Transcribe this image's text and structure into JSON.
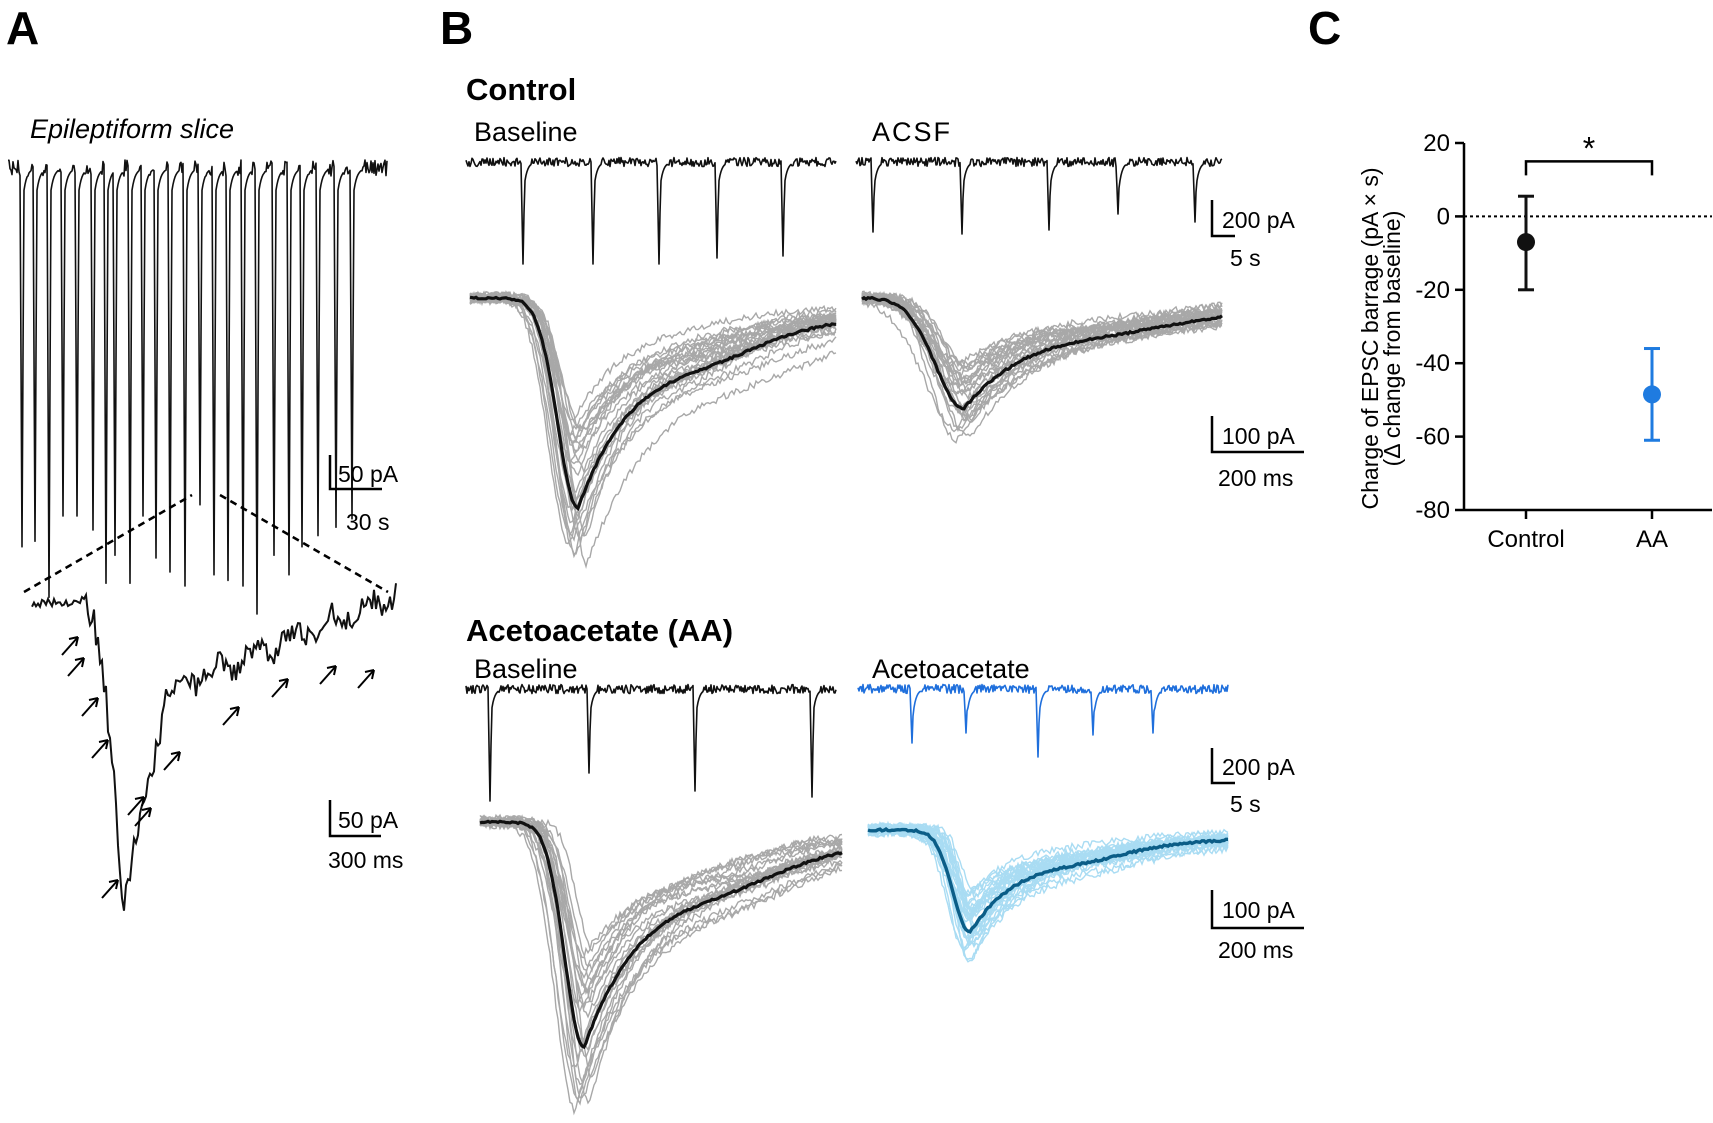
{
  "panels": {
    "a": {
      "label": "A",
      "slice_label": "Epileptiform slice",
      "scale_top": {
        "amp": "50 pA",
        "time": "30 s"
      },
      "scale_bottom": {
        "amp": "50 pA",
        "time": "300 ms"
      }
    },
    "b": {
      "label": "B",
      "control": {
        "title": "Control",
        "left_label": "Baseline",
        "right_label": "ACSF",
        "scale_top": {
          "amp": "200 pA",
          "time": "5 s"
        },
        "scale_bottom": {
          "amp": "100 pA",
          "time": "200 ms"
        }
      },
      "aa": {
        "title": "Acetoacetate (AA)",
        "left_label": "Baseline",
        "right_label": "Acetoacetate",
        "scale_top": {
          "amp": "200 pA",
          "time": "5 s"
        },
        "scale_bottom": {
          "amp": "100 pA",
          "time": "200 ms"
        }
      }
    },
    "c": {
      "label": "C",
      "significance": "*"
    }
  },
  "colors": {
    "trace": "#111111",
    "overlay_gray": "#a8a8a8",
    "aa_blue": "#1f6fdc",
    "aa_light": "#a9dcf3",
    "aa_dark": "#0b5d87"
  },
  "chart_data": {
    "type": "scatter",
    "categories": [
      "Control",
      "AA"
    ],
    "series": [
      {
        "values": [
          -7,
          -48.5
        ],
        "error_low": [
          -20,
          -61
        ],
        "error_high": [
          5.5,
          -36
        ],
        "colors": [
          "#111111",
          "#1f7be0"
        ]
      }
    ],
    "ylabel_line1": "Charge of EPSC barrage (pA × s)",
    "ylabel_line2": "(Δ change from baseline)",
    "ylim": [
      -80,
      20
    ],
    "yticks": [
      "20",
      "0",
      "-20",
      "-40",
      "-60",
      "-80"
    ],
    "reference_line": 0,
    "grid": false
  }
}
